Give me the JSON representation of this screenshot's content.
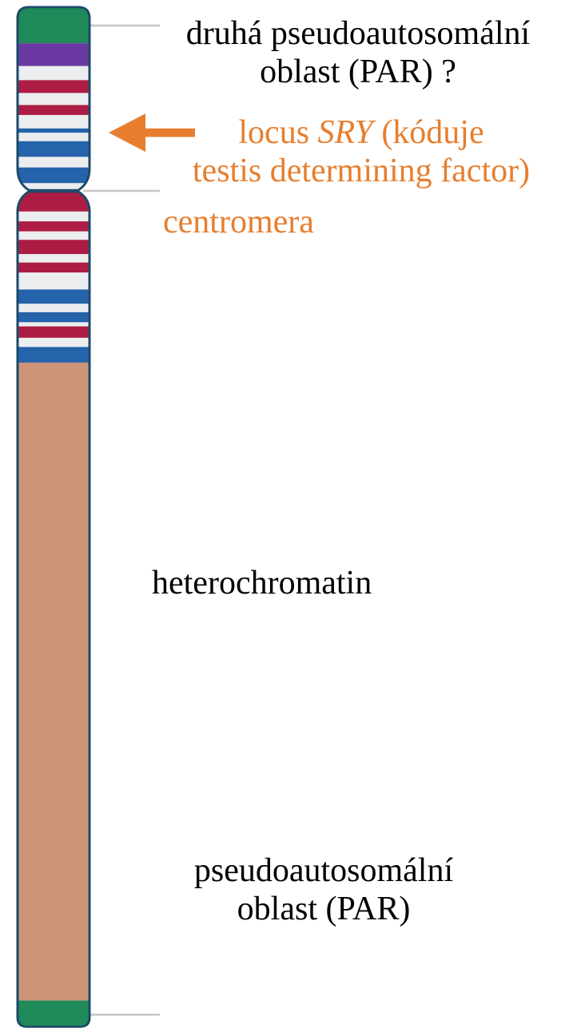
{
  "labels": {
    "par2": {
      "line1": "druhá pseudoautosomální",
      "line2": "oblast (PAR) ?"
    },
    "sry": {
      "line1_prefix": "locus",
      "line1_gene": "SRY",
      "line1_suffix": "(kóduje",
      "line2": "testis determining factor)"
    },
    "centromere": "centromera",
    "heterochromatin": "heterochromatin",
    "par1": {
      "line1": "pseudoautosomální",
      "line2": "oblast (PAR)"
    }
  },
  "colors": {
    "text": "#000000",
    "highlight": "#e77e2e",
    "par_region": "#1f8a5a",
    "purple_band": "#6a3aa2",
    "red_band": "#ad1d43",
    "blue_band": "#2563ab",
    "light_band": "#ecedef",
    "heterochromatin": "#cd9479",
    "leader_line": "#c8c8c8"
  }
}
